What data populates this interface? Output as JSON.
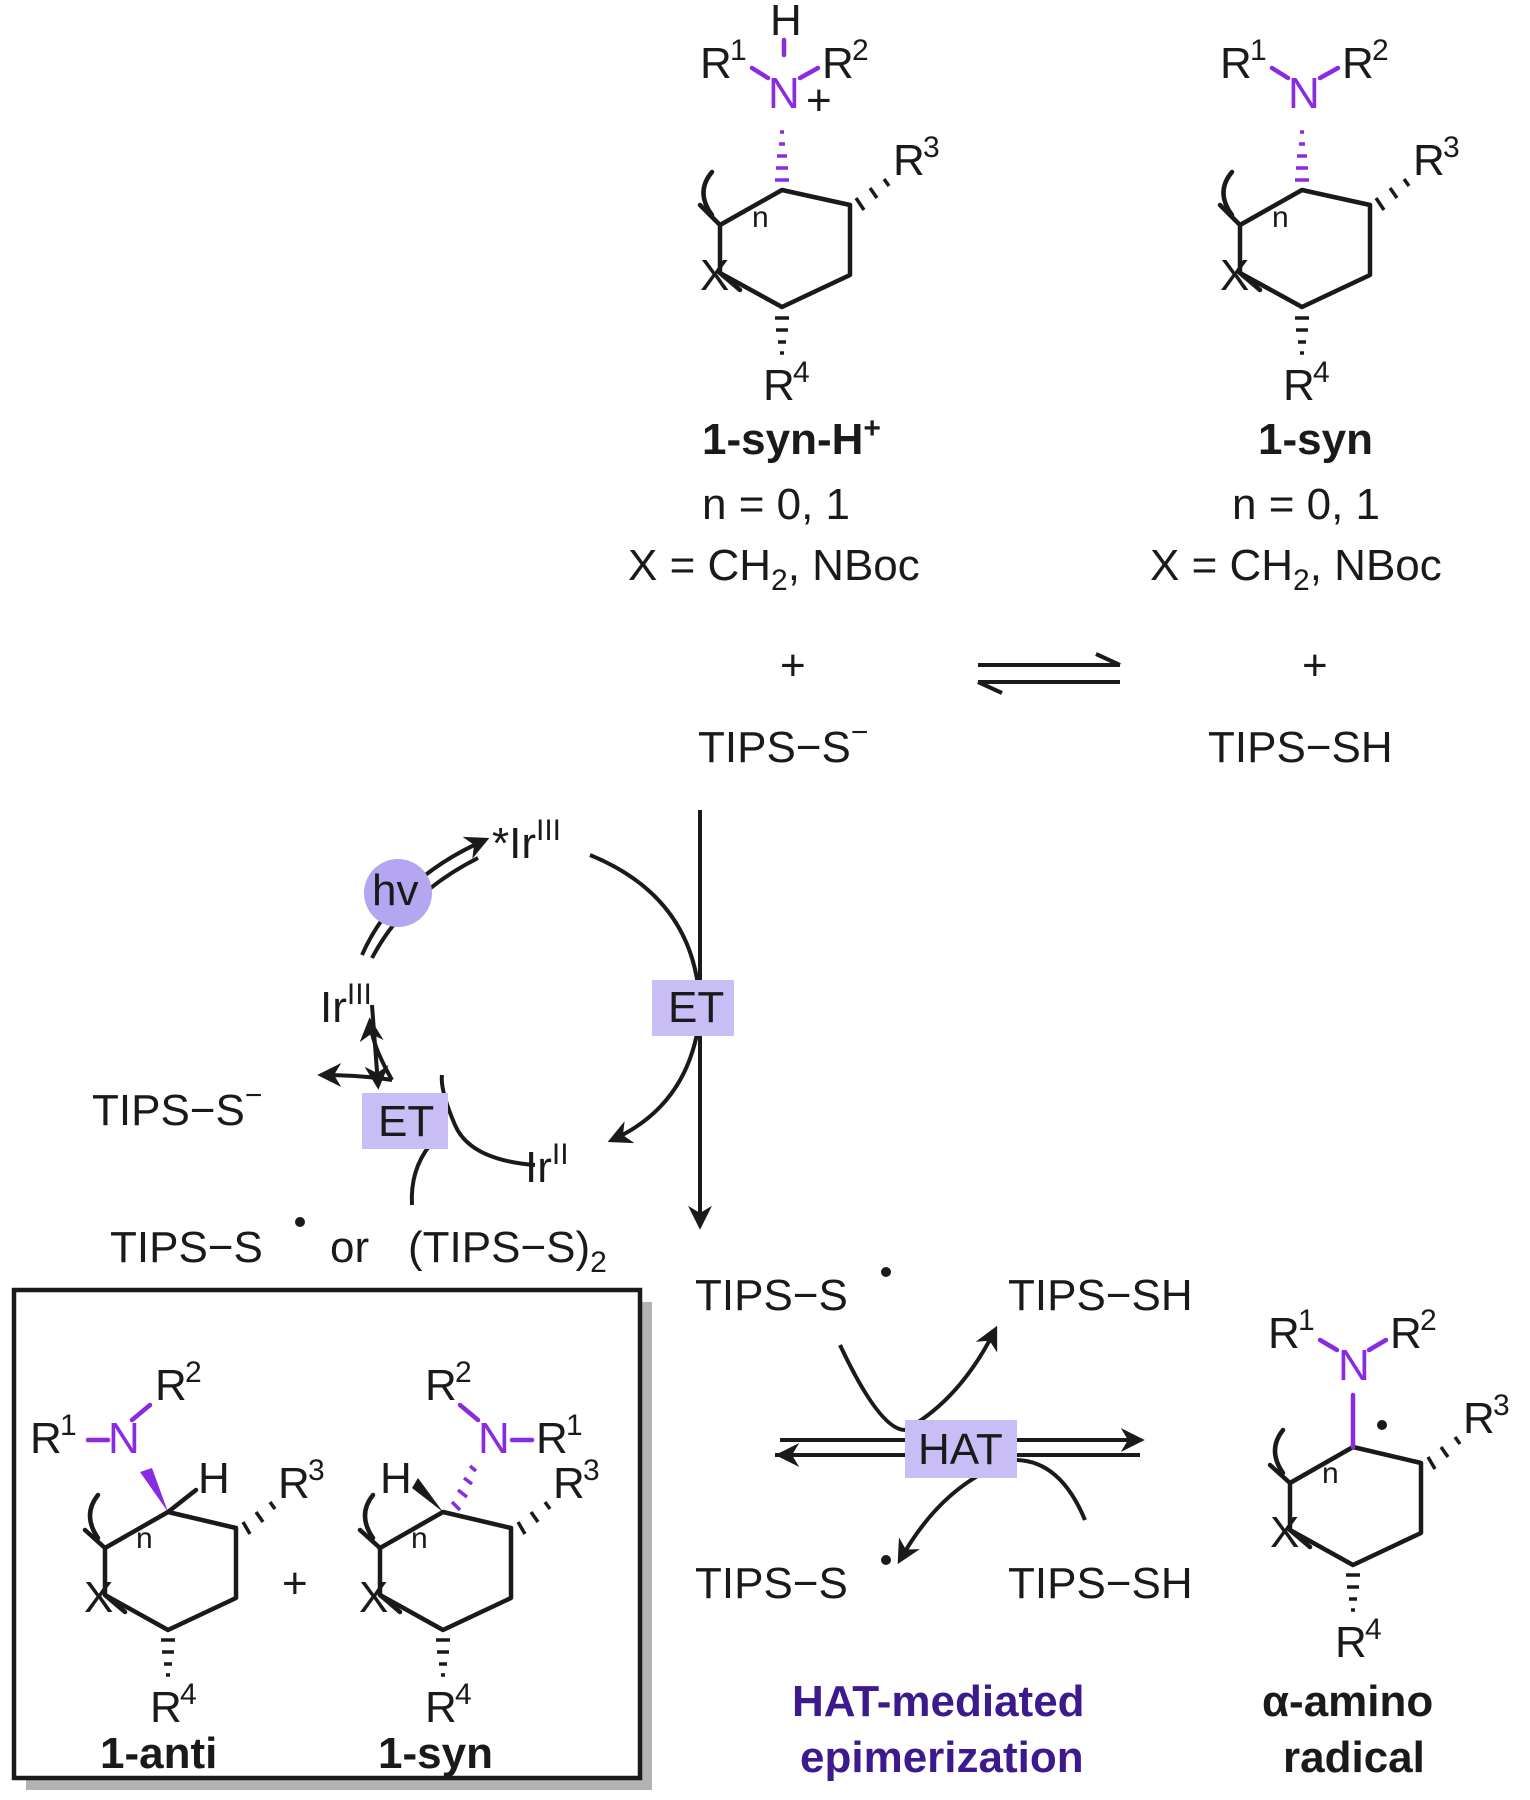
{
  "colors": {
    "nitrogen": "#8a2be2",
    "highlight_box": "#c9bdf5",
    "hv_circle": "#b4a6f0",
    "hat_caption": "#3d1a8c",
    "frame_shadow": "#b3b3b3"
  },
  "top_left": {
    "name": "1-syn-H",
    "name_sup": "+",
    "n_line": "n = 0, 1",
    "x_line_pre": "X = CH",
    "x_line_sub": "2",
    "x_line_post": ", NBoc",
    "plus": "+",
    "reagent": "TIPS−S",
    "reagent_charge": "−"
  },
  "top_right": {
    "name": "1-syn",
    "n_line": "n = 0, 1",
    "x_line_pre": "X = CH",
    "x_line_sub": "2",
    "x_line_post": ", NBoc",
    "plus": "+",
    "reagent": "TIPS−SH"
  },
  "atoms": {
    "R": "R",
    "N": "N",
    "H": "H",
    "X": "X",
    "n": "n",
    "plus_charge": "+",
    "sup1": "1",
    "sup2": "2",
    "sup3": "3",
    "sup4": "4"
  },
  "cycle": {
    "ir_excited": "*Ir",
    "ir_excited_sup": "III",
    "hv": "hv",
    "ir_iii": "Ir",
    "ir_iii_sup": "III",
    "ir_ii": "Ir",
    "ir_ii_sup": "II",
    "et_main": "ET",
    "et_cycle": "ET",
    "tips_anion": "TIPS−S",
    "tips_anion_charge": "−",
    "radical_or": "TIPS−S",
    "or_word": "or",
    "disulfide": "(TIPS−S)",
    "disulfide_sub": "2"
  },
  "hat": {
    "box": "HAT",
    "top_left": "TIPS−S",
    "top_right": "TIPS−SH",
    "bottom_left": "TIPS−S",
    "bottom_right": "TIPS−SH",
    "caption_line1": "HAT-mediated",
    "caption_line2": "epimerization"
  },
  "products": {
    "anti_label": "1-anti",
    "syn_label": "1-syn",
    "plus": "+"
  },
  "radical": {
    "caption_line1": "α-amino",
    "caption_line2": "radical"
  }
}
